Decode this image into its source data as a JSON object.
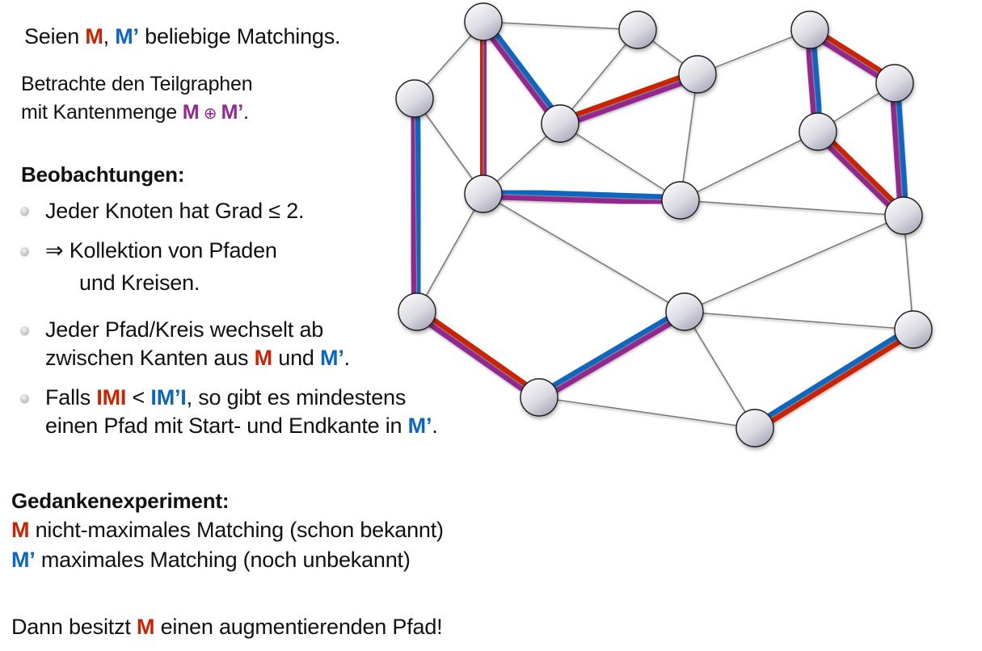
{
  "colors": {
    "M": "#cc2200",
    "M_prime": "#0a66c2",
    "sym_diff": "#93278f",
    "edge_thin": "#7a7a7a"
  },
  "intro": {
    "line1": {
      "pre": "Seien ",
      "m": "M",
      "sep": ", ",
      "mp": "M’",
      "post": " beliebige Matchings."
    },
    "line2": "Betrachte den Teilgraphen",
    "line3": {
      "pre": "mit Kantenmenge ",
      "m": "M",
      "op": " ⊕ ",
      "mp": "M’",
      "post": "."
    }
  },
  "observations": {
    "heading": "Beobachtungen:",
    "items": [
      {
        "text": "Jeder Knoten hat Grad ≤ 2."
      },
      {
        "text": "⇒ Kollektion von Pfaden",
        "cont": "und Kreisen."
      },
      {
        "text": "Jeder Pfad/Kreis wechselt ab",
        "cont_pre": "zwischen Kanten aus ",
        "m": "M",
        "cont_mid": " und ",
        "mp": "M’",
        "cont_post": "."
      },
      {
        "pre": "Falls ",
        "m": "IMI",
        "mid": " < ",
        "mp": "IM’I",
        "post": ", so gibt es mindestens",
        "cont_pre": "einen Pfad mit Start- und Endkante in ",
        "cont_mp": "M’",
        "cont_post": "."
      }
    ]
  },
  "experiment": {
    "heading": "Gedankenexperiment:",
    "line1": {
      "m": "M",
      "text": " nicht-maximales Matching (schon bekannt)"
    },
    "line2": {
      "mp": "M’",
      "text": " maximales Matching (noch unbekannt)"
    },
    "conclusion": {
      "pre": "Dann besitzt ",
      "m": "M",
      "post": " einen augmentierenden Pfad!"
    }
  },
  "graph": {
    "nodes": [
      "A",
      "B",
      "C",
      "D",
      "E",
      "F",
      "G",
      "H",
      "I",
      "J",
      "K",
      "L",
      "M",
      "N",
      "O",
      "P"
    ],
    "edges": [
      {
        "from": "A",
        "to": "D",
        "type": "plain"
      },
      {
        "from": "A",
        "to": "B",
        "type": "plain"
      },
      {
        "from": "D",
        "to": "F",
        "type": "plain"
      },
      {
        "from": "F",
        "to": "E",
        "type": "plain"
      },
      {
        "from": "F",
        "to": "L",
        "type": "plain"
      },
      {
        "from": "F",
        "to": "M",
        "type": "plain"
      },
      {
        "from": "E",
        "to": "B",
        "type": "plain"
      },
      {
        "from": "E",
        "to": "G",
        "type": "plain"
      },
      {
        "from": "B",
        "to": "C",
        "type": "plain"
      },
      {
        "from": "C",
        "to": "G",
        "type": "plain"
      },
      {
        "from": "C",
        "to": "H",
        "type": "plain"
      },
      {
        "from": "G",
        "to": "J",
        "type": "plain"
      },
      {
        "from": "G",
        "to": "K",
        "type": "plain"
      },
      {
        "from": "I",
        "to": "J",
        "type": "plain"
      },
      {
        "from": "K",
        "to": "M",
        "type": "plain"
      },
      {
        "from": "K",
        "to": "O",
        "type": "plain"
      },
      {
        "from": "L",
        "to": "M",
        "type": "plain"
      },
      {
        "from": "M",
        "to": "O",
        "type": "plain"
      },
      {
        "from": "M",
        "to": "P",
        "type": "plain"
      },
      {
        "from": "N",
        "to": "P",
        "type": "plain"
      },
      {
        "from": "A",
        "to": "F",
        "type": "M"
      },
      {
        "from": "A",
        "to": "E",
        "type": "Mp"
      },
      {
        "from": "E",
        "to": "C",
        "type": "M"
      },
      {
        "from": "F",
        "to": "G",
        "type": "Mp"
      },
      {
        "from": "D",
        "to": "L",
        "type": "Mp"
      },
      {
        "from": "L",
        "to": "N",
        "type": "M"
      },
      {
        "from": "N",
        "to": "M",
        "type": "Mp"
      },
      {
        "from": "H",
        "to": "I",
        "type": "M"
      },
      {
        "from": "H",
        "to": "J",
        "type": "Mp"
      },
      {
        "from": "I",
        "to": "K",
        "type": "Mp"
      },
      {
        "from": "J",
        "to": "K",
        "type": "M"
      },
      {
        "from": "O",
        "to": "P",
        "type": "both"
      }
    ]
  }
}
